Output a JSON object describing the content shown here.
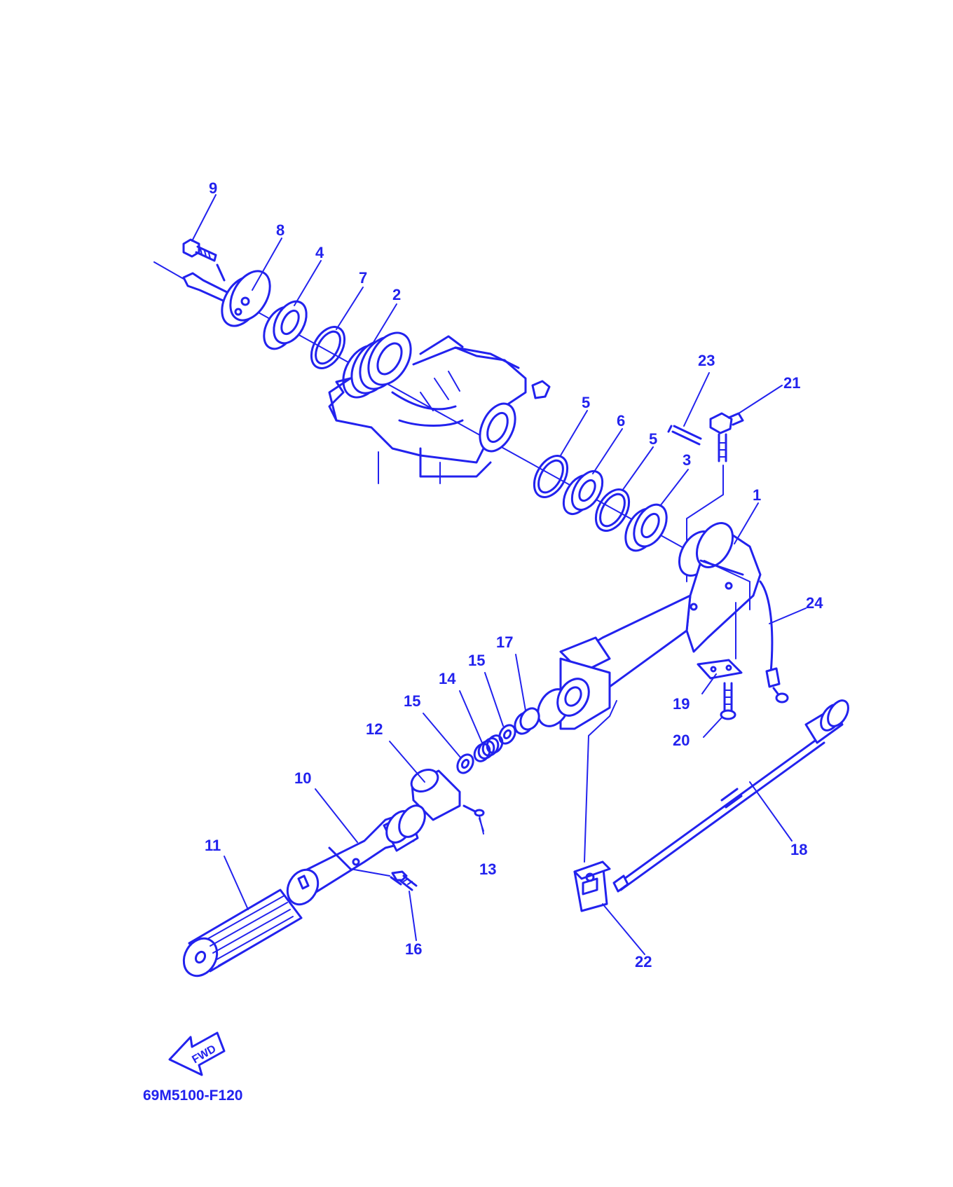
{
  "colors": {
    "ink": "#2222ee",
    "background": "#ffffff"
  },
  "labels": {
    "p1": "1",
    "p2": "2",
    "p3": "3",
    "p4": "4",
    "p5a": "5",
    "p5b": "5",
    "p6": "6",
    "p7": "7",
    "p8": "8",
    "p9": "9",
    "p10": "10",
    "p11": "11",
    "p12": "12",
    "p13": "13",
    "p14": "14",
    "p15a": "15",
    "p15b": "15",
    "p16": "16",
    "p17": "17",
    "p18": "18",
    "p19": "19",
    "p20": "20",
    "p21": "21",
    "p22": "22",
    "p23": "23",
    "p24": "24"
  },
  "direction": {
    "text": "FWD",
    "icon": "fwd-arrow-icon"
  },
  "drawing_code": "69M5100-F120"
}
